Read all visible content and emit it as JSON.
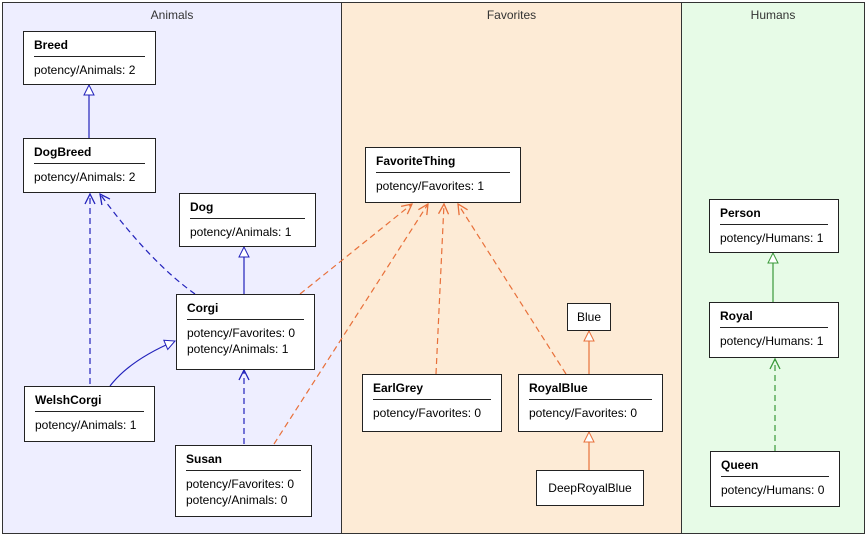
{
  "lanes": {
    "animals": "Animals",
    "favorites": "Favorites",
    "humans": "Humans"
  },
  "classes": {
    "breed": {
      "name": "Breed",
      "attrs": [
        "potency/Animals: 2"
      ]
    },
    "dogbreed": {
      "name": "DogBreed",
      "attrs": [
        "potency/Animals: 2"
      ]
    },
    "dog": {
      "name": "Dog",
      "attrs": [
        "potency/Animals: 1"
      ]
    },
    "corgi": {
      "name": "Corgi",
      "attrs": [
        "potency/Favorites: 0",
        "potency/Animals: 1"
      ]
    },
    "welshcorgi": {
      "name": "WelshCorgi",
      "attrs": [
        "potency/Animals: 1"
      ]
    },
    "susan": {
      "name": "Susan",
      "attrs": [
        "potency/Favorites: 0",
        "potency/Animals: 0"
      ]
    },
    "favoritething": {
      "name": "FavoriteThing",
      "attrs": [
        "potency/Favorites: 1"
      ]
    },
    "earlgrey": {
      "name": "EarlGrey",
      "attrs": [
        "potency/Favorites: 0"
      ]
    },
    "royalblue": {
      "name": "RoyalBlue",
      "attrs": [
        "potency/Favorites: 0"
      ]
    },
    "person": {
      "name": "Person",
      "attrs": [
        "potency/Humans: 1"
      ]
    },
    "royal": {
      "name": "Royal",
      "attrs": [
        "potency/Humans: 1"
      ]
    },
    "queen": {
      "name": "Queen",
      "attrs": [
        "potency/Humans: 0"
      ]
    }
  },
  "simple": {
    "blue": "Blue",
    "deeproyalblue": "DeepRoyalBlue"
  },
  "colors": {
    "animals_link": "#2222bb",
    "favorites_link": "#e8703a",
    "humans_link": "#3a9a3a"
  }
}
